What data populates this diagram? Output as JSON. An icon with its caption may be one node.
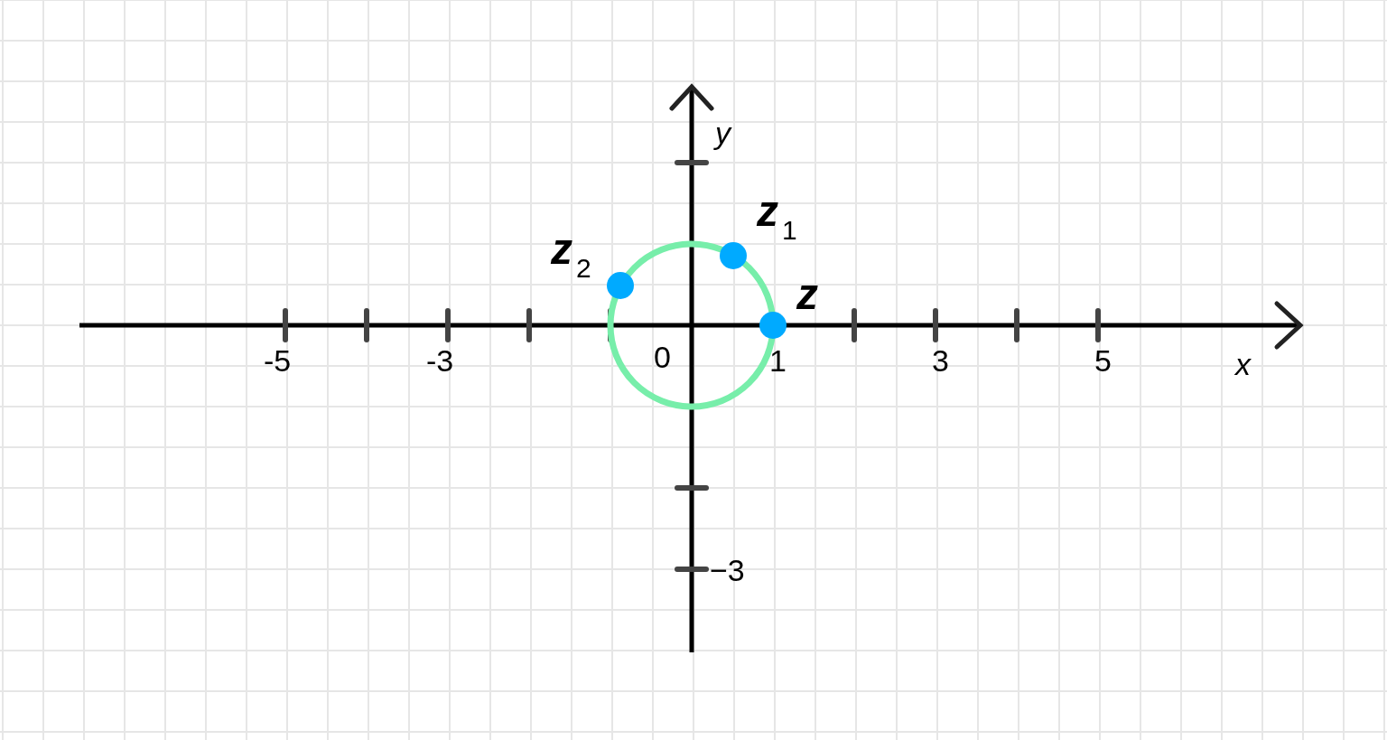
{
  "diagram": {
    "nodes": [
      {
        "text": [],
        "shape": "circle"
      },
      {
        "text": [],
        "shape": "circle",
        "beside": [
          "z$_{1}$"
        ]
      },
      {
        "text": [],
        "shape": "circle",
        "beside": [
          "z$_{2}$"
        ]
      },
      {
        "text": [],
        "shape": "circle",
        "beside": [
          "z"
        ]
      }
    ],
    "labels": [
      "y",
      "-5",
      "-3",
      "0",
      "1",
      "3",
      "5",
      "x",
      "−3"
    ]
  }
}
